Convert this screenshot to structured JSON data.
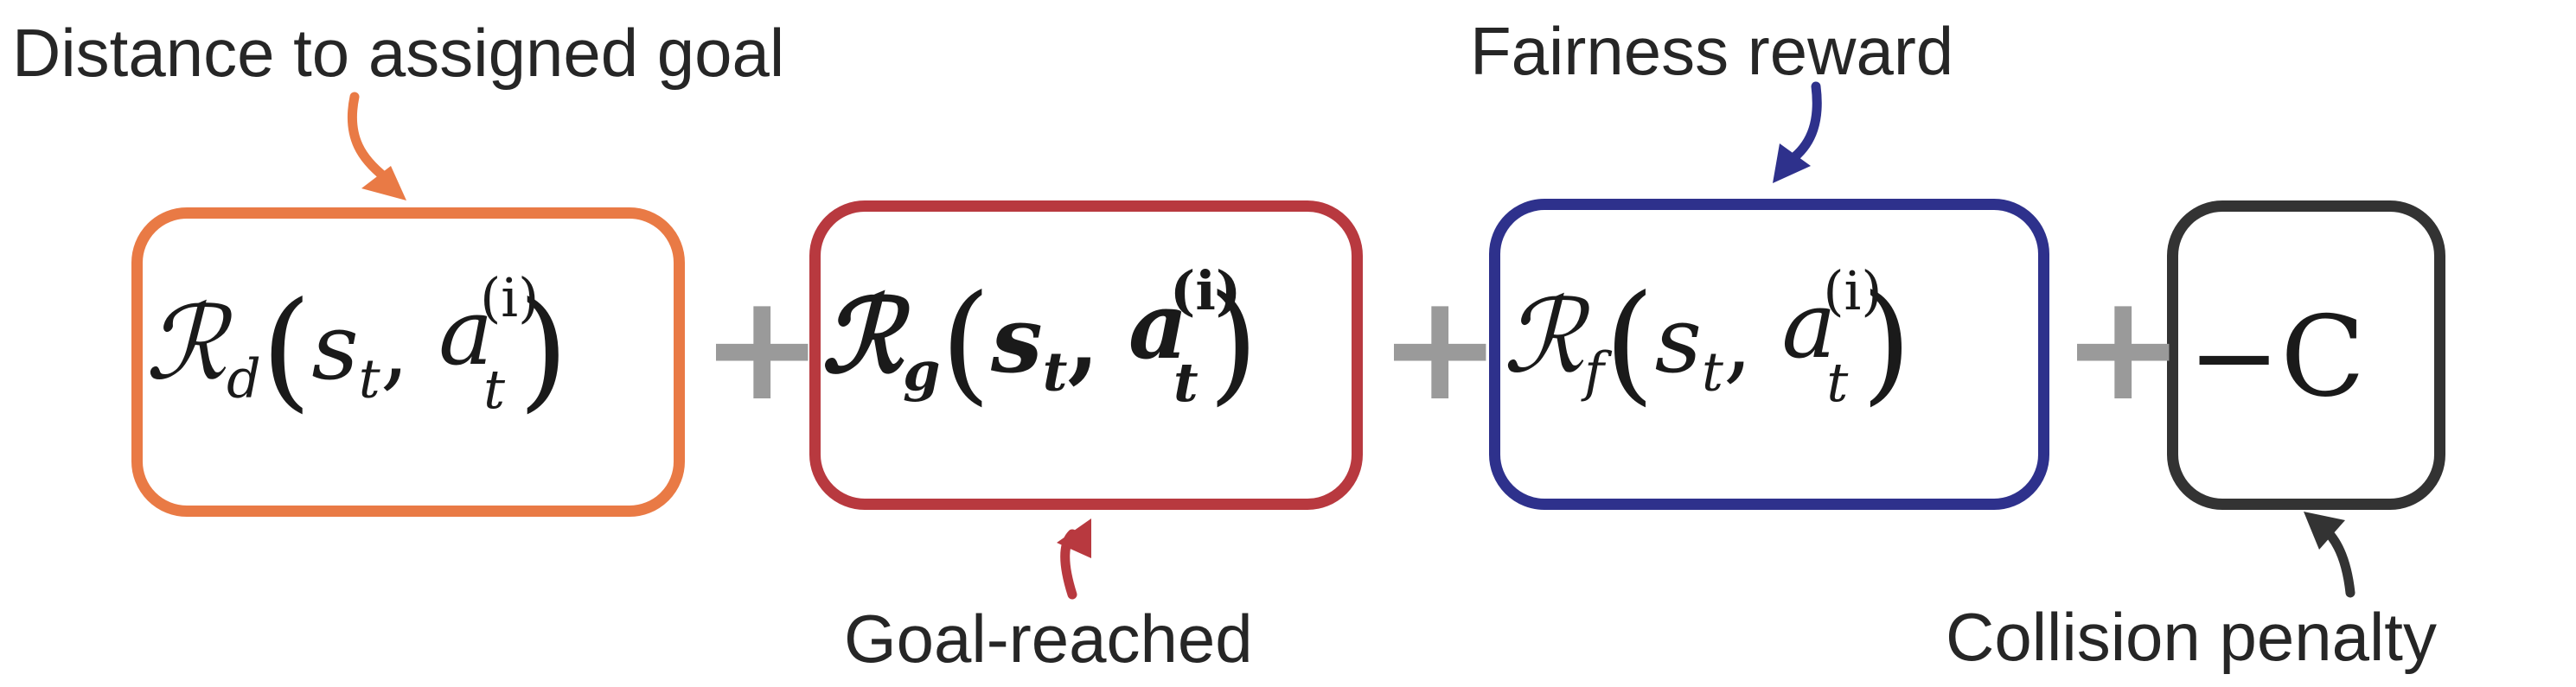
{
  "labels": {
    "distance": "Distance to assigned goal",
    "fairness": "Fairness reward",
    "goal_reached": "Goal-reached",
    "collision": "Collision penalty"
  },
  "terms": [
    {
      "id": "d",
      "calligraphic": "ℛ",
      "subscript": "d",
      "state": "s",
      "state_sub": "t",
      "action": "a",
      "action_sup": "(i)",
      "action_sub": "t",
      "color": "#e97a45"
    },
    {
      "id": "g",
      "calligraphic": "ℛ",
      "subscript": "g",
      "state": "s",
      "state_sub": "t",
      "action": "a",
      "action_sup": "(i)",
      "action_sub": "t",
      "color": "#b8393f"
    },
    {
      "id": "f",
      "calligraphic": "ℛ",
      "subscript": "f",
      "state": "s",
      "state_sub": "t",
      "action": "a",
      "action_sup": "(i)",
      "action_sub": "t",
      "color": "#2e318c"
    },
    {
      "id": "c",
      "constant": "−C",
      "color": "#333333"
    }
  ],
  "operator": "+",
  "colors": {
    "orange": "#e97a45",
    "red": "#b8393f",
    "blue": "#2e318c",
    "black": "#333333",
    "plus": "#9a9a9a",
    "text": "#262626"
  }
}
